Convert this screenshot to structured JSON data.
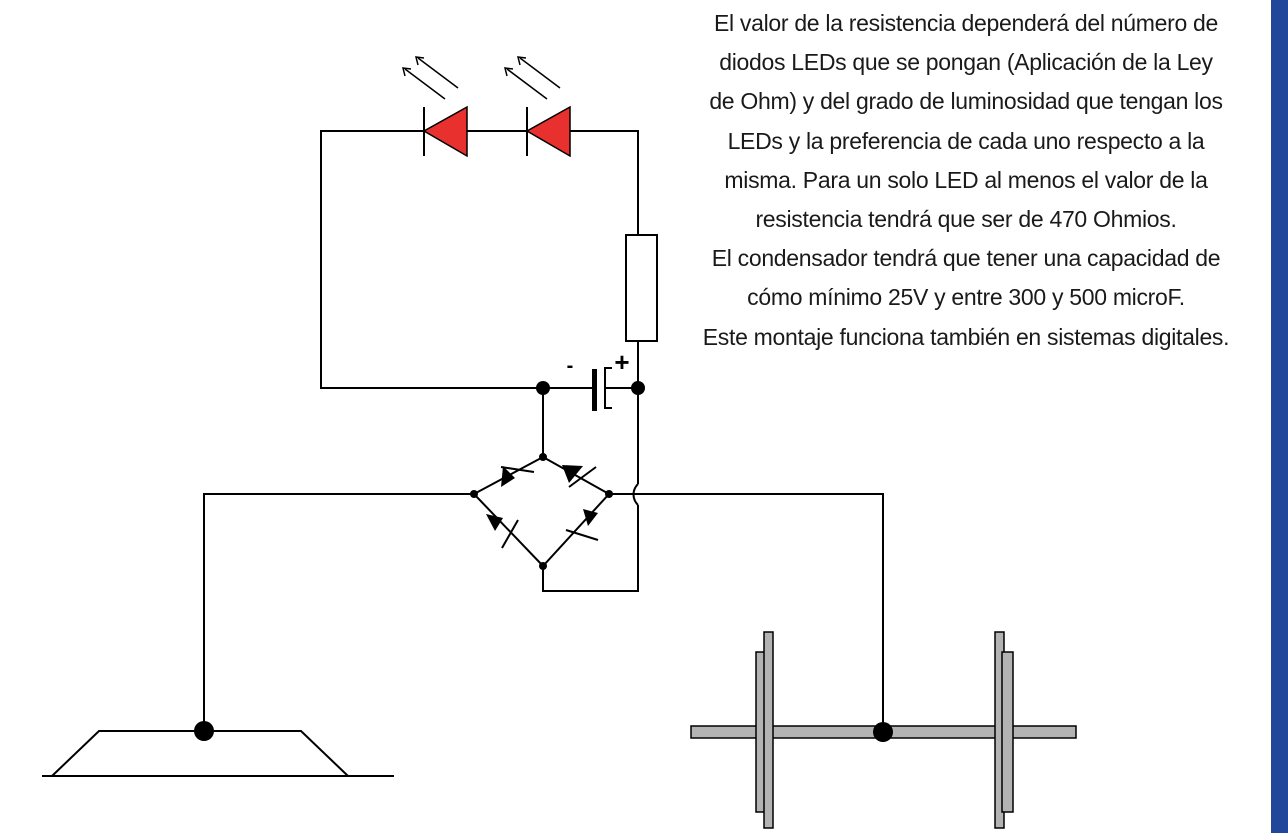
{
  "description": {
    "lines": [
      "El valor de la resistencia dependerá del número de",
      "diodos LEDs que se pongan (Aplicación de la Ley",
      "de Ohm) y del grado de luminosidad que tengan los",
      "LEDs y la preferencia de cada uno respecto a la",
      "misma. Para un solo LED al menos el valor de la",
      "resistencia tendrá que ser de 470 Ohmios.",
      "El condensador tendrá que tener una capacidad de",
      "cómo mínimo 25V y entre 300 y 500 microF.",
      "Este montaje funciona también en sistemas digitales."
    ]
  },
  "capacitor": {
    "minus_label": "-",
    "plus_label": "+"
  },
  "colors": {
    "led": "#e8312e",
    "wire": "#000000",
    "axle": "#b3b3b3",
    "sidebar": "#21479b"
  },
  "icons": {
    "led": "red-led-icon",
    "bridge_diode": "diode-icon",
    "resistor": "resistor-icon",
    "capacitor": "capacitor-icon",
    "rail_pickup": "rail-pickup-icon",
    "wheelset": "wheelset-icon"
  }
}
